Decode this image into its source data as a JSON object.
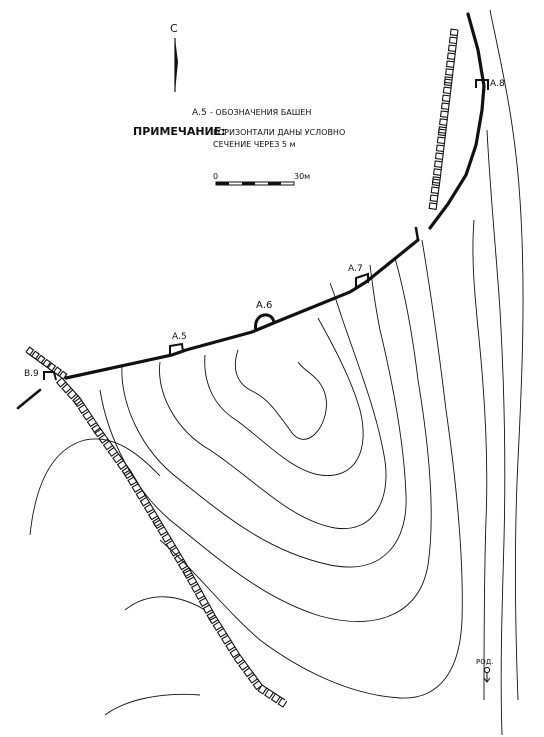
{
  "north_label": "С",
  "legend": {
    "tower_code": "А.5",
    "tower_text": "- ОБОЗНАЧЕНИЯ БАШЕН",
    "note_label": "ПРИМЕЧАНИЕ:",
    "note_line1": "ГОРИЗОНТАЛИ ДАНЫ УСЛОВНО",
    "note_line2": "СЕЧЕНИЕ ЧЕРЕЗ 5 м"
  },
  "scale": {
    "start": "0",
    "end": "30м"
  },
  "towers": [
    "А.5",
    "А.6",
    "А.7",
    "А.8",
    "В.9"
  ],
  "spring_label": "РОД."
}
